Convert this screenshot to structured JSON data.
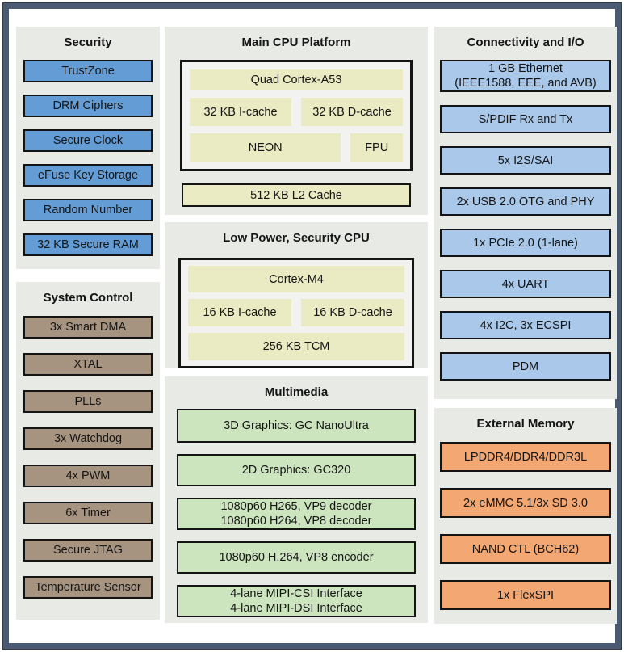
{
  "security": {
    "title": "Security",
    "items": [
      "TrustZone",
      "DRM Ciphers",
      "Secure Clock",
      "eFuse Key Storage",
      "Random Number",
      "32 KB Secure RAM"
    ]
  },
  "system_control": {
    "title": "System Control",
    "items": [
      "3x Smart DMA",
      "XTAL",
      "PLLs",
      "3x Watchdog",
      "4x PWM",
      "6x Timer",
      "Secure JTAG",
      "Temperature Sensor"
    ]
  },
  "main_cpu": {
    "title": "Main CPU Platform",
    "core": "Quad Cortex-A53",
    "icache": "32 KB I-cache",
    "dcache": "32 KB D-cache",
    "neon": "NEON",
    "fpu": "FPU",
    "l2_cache": "512 KB L2 Cache"
  },
  "low_power_cpu": {
    "title": "Low Power, Security CPU",
    "core": "Cortex-M4",
    "icache": "16 KB I-cache",
    "dcache": "16 KB D-cache",
    "tcm": "256 KB TCM"
  },
  "multimedia": {
    "title": "Multimedia",
    "items": [
      {
        "line1": "3D Graphics: GC NanoUltra"
      },
      {
        "line1": "2D Graphics: GC320"
      },
      {
        "line1": "1080p60 H265, VP9 decoder",
        "line2": "1080p60 H264, VP8 decoder"
      },
      {
        "line1": "1080p60 H.264, VP8 encoder"
      },
      {
        "line1": "4-lane MIPI-CSI Interface",
        "line2": "4-lane MIPI-DSI Interface"
      }
    ]
  },
  "connectivity": {
    "title": "Connectivity and I/O",
    "items": [
      {
        "line1": "1 GB Ethernet",
        "line2": "(IEEE1588, EEE, and AVB)"
      },
      {
        "line1": "S/PDIF Rx and Tx"
      },
      {
        "line1": "5x I2S/SAI"
      },
      {
        "line1": "2x USB 2.0 OTG and PHY"
      },
      {
        "line1": "1x PCIe 2.0 (1-lane)"
      },
      {
        "line1": "4x UART"
      },
      {
        "line1": "4x I2C, 3x ECSPI"
      },
      {
        "line1": "PDM"
      }
    ]
  },
  "external_memory": {
    "title": "External Memory",
    "items": [
      "LPDDR4/DDR4/DDR3L",
      "2x eMMC 5.1/3x SD 3.0",
      "NAND CTL (BCH62)",
      "1x FlexSPI"
    ]
  },
  "colors": {
    "frame_border": "#4A5A70",
    "panel_bg": "#E8EAE6",
    "security_box": "#649DD6",
    "system_control_box": "#A79480",
    "cpu_strip": "#EAEAC3",
    "multimedia_box": "#CDE5BF",
    "connectivity_box": "#A9C8EA",
    "external_memory_box": "#F3A772"
  }
}
